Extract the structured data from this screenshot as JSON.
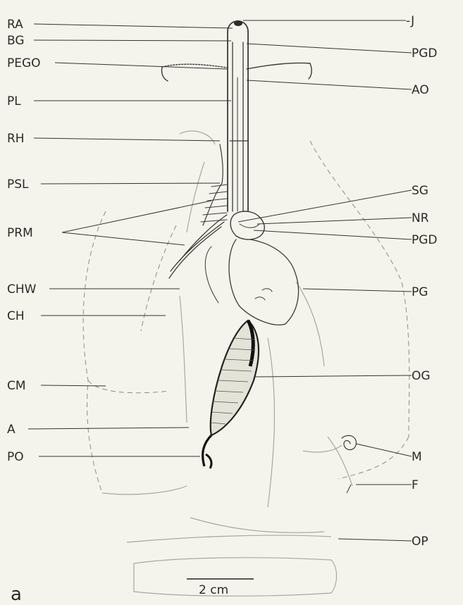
{
  "labels_left": [
    {
      "id": "RA",
      "text": "RA"
    },
    {
      "id": "BG",
      "text": "BG"
    },
    {
      "id": "PEGO",
      "text": "PEGO"
    },
    {
      "id": "PL",
      "text": "PL"
    },
    {
      "id": "RH",
      "text": "RH"
    },
    {
      "id": "PSL",
      "text": "PSL"
    },
    {
      "id": "PRM",
      "text": "PRM"
    },
    {
      "id": "CHW",
      "text": "CHW"
    },
    {
      "id": "CH",
      "text": "CH"
    },
    {
      "id": "CM",
      "text": "CM"
    },
    {
      "id": "A",
      "text": "A"
    },
    {
      "id": "PO",
      "text": "PO"
    }
  ],
  "labels_right": [
    {
      "id": "J",
      "text": "-J"
    },
    {
      "id": "PGD1",
      "text": "PGD"
    },
    {
      "id": "AO",
      "text": "AO"
    },
    {
      "id": "SG",
      "text": "SG"
    },
    {
      "id": "NR",
      "text": "NR"
    },
    {
      "id": "PGD2",
      "text": "PGD"
    },
    {
      "id": "PG",
      "text": "PG"
    },
    {
      "id": "OG",
      "text": "OG"
    },
    {
      "id": "M",
      "text": "M"
    },
    {
      "id": "F",
      "text": "F"
    },
    {
      "id": "OP",
      "text": "OP"
    }
  ],
  "scale_bar": {
    "label": "2 cm"
  },
  "panel_letter": "a"
}
